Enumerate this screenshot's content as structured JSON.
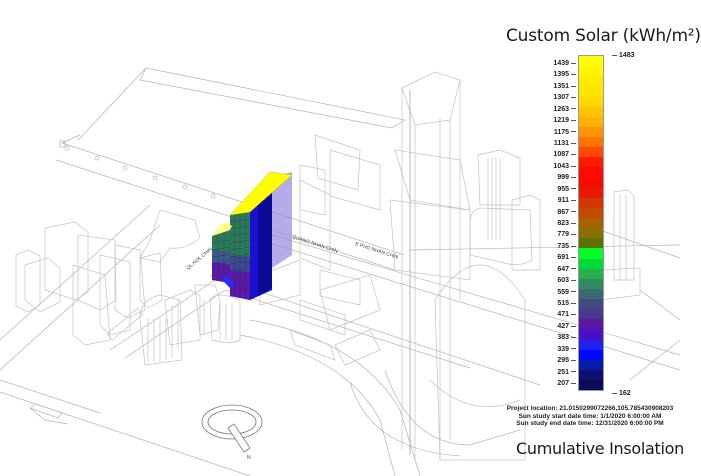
{
  "legend": {
    "title": "Custom Solar (kWh/m²)",
    "max": "1483",
    "min": "162",
    "ticks": [
      "1439",
      "1395",
      "1351",
      "1307",
      "1263",
      "1219",
      "1175",
      "1131",
      "1087",
      "1043",
      "999",
      "955",
      "911",
      "867",
      "823",
      "779",
      "735",
      "691",
      "647",
      "603",
      "559",
      "515",
      "471",
      "427",
      "383",
      "339",
      "295",
      "251",
      "207"
    ],
    "colors": [
      "#ffff00",
      "#fff500",
      "#ffec00",
      "#ffe400",
      "#ffd800",
      "#ffc400",
      "#ffb000",
      "#ff9400",
      "#ff7400",
      "#ff4a00",
      "#ff1a00",
      "#ff0a00",
      "#f50a00",
      "#e81a00",
      "#d43400",
      "#bf4a00",
      "#a86000",
      "#8a7000",
      "#607000",
      "#00ff28",
      "#00dc30",
      "#28b050",
      "#308a60",
      "#3a6a70",
      "#3f4a80",
      "#483890",
      "#5818a0",
      "#4a10c8",
      "#2020f0",
      "#0008ff",
      "#081aa8",
      "#101070",
      "#0a0a5a"
    ]
  },
  "info": {
    "project_location": "Project location: 21.0150299072266,105.785430908203",
    "start": "Sun study start date time: 1/1/2020 6:00:00 AM",
    "end": "Sun study end date time: 12/31/2020 6:00:00 PM"
  },
  "footer_title": "Cumulative Insolation",
  "scene": {
    "street_label_1": "E PHO NHAN CHIN",
    "street_label_2": "QUANG NHAN CHIN",
    "street_label_3": "QL.NOL CHIN",
    "north_label": "N",
    "highlight_colors": {
      "roof": "#ffff00",
      "facade_dark": "#00008b",
      "facade_blue": "#1a10d0",
      "facade_green": "#2a7a5a",
      "facade_purple": "#5a1aa8",
      "glass": "#9a90e0"
    }
  }
}
